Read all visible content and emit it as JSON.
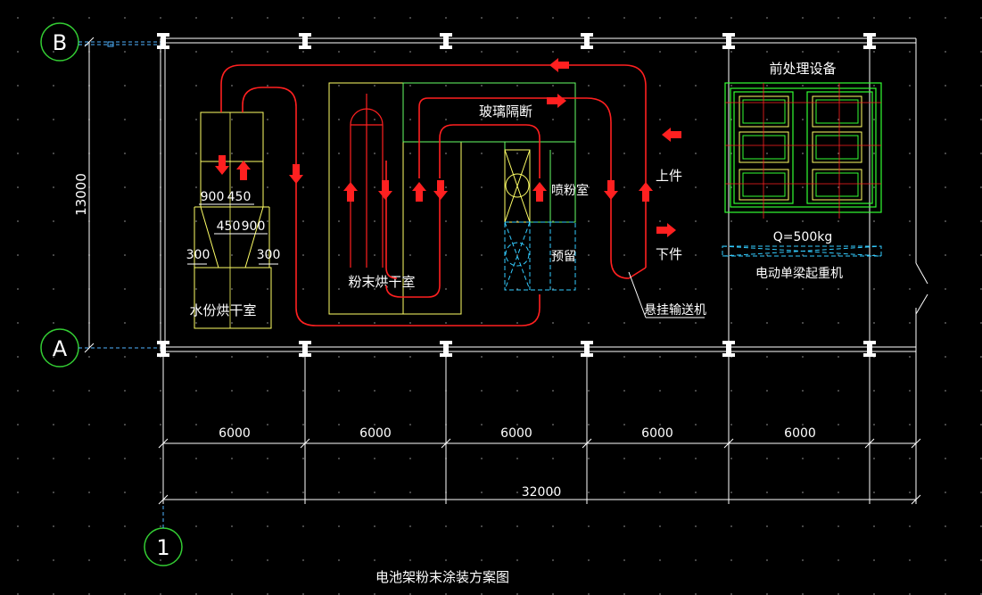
{
  "drawing": {
    "title": "电池架粉末涂装方案图",
    "axis_labels": {
      "b": "B",
      "a": "A",
      "one": "1"
    },
    "dimensions": {
      "height_total": "13000",
      "bays": [
        "6000",
        "6000",
        "6000",
        "6000",
        "6000"
      ],
      "total_length": "32000",
      "dry_room_dims": {
        "d900a": "900",
        "d450a": "450",
        "d450b": "450",
        "d900b": "900",
        "d300a": "300",
        "d300b": "300"
      }
    },
    "labels": {
      "pretreatment": "前处理设备",
      "glass_partition": "玻璃隔断",
      "spray_room": "喷粉室",
      "reserved": "预留",
      "powder_dry_room": "粉末烘干室",
      "water_dry_room": "水份烘干室",
      "load": "上件",
      "unload": "下件",
      "crane_capacity": "Q=500kg",
      "crane": "电动单梁起重机",
      "conveyor": "悬挂输送机"
    },
    "colors": {
      "background": "#000000",
      "frame": "#ffffff",
      "conveyor_path": "#ff2020",
      "equipment": "#ffff66",
      "spray_zone": "#66ff66",
      "reserved_zone": "#33ccff",
      "pretreat": "#33ff33",
      "axis_circle": "#33cc33"
    }
  }
}
